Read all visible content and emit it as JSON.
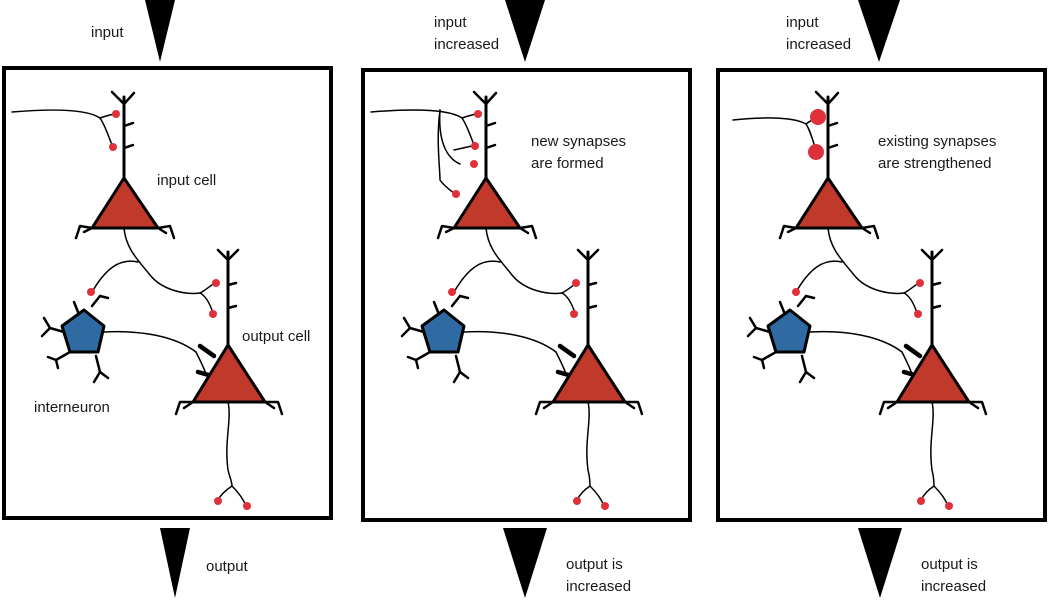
{
  "panels": [
    {
      "input_label": [
        "input"
      ],
      "output_label": [
        "output"
      ],
      "annotation": [],
      "cell_labels": {
        "input_cell": "input cell",
        "output_cell": "output cell",
        "interneuron": "interneuron"
      }
    },
    {
      "input_label": [
        "input",
        "increased"
      ],
      "output_label": [
        "output is",
        "increased"
      ],
      "annotation": [
        "new synapses",
        "are formed"
      ]
    },
    {
      "input_label": [
        "input",
        "increased"
      ],
      "output_label": [
        "output is",
        "increased"
      ],
      "annotation": [
        "existing synapses",
        "are strengthened"
      ]
    }
  ],
  "colors": {
    "pyramidal_cell": "#c0392b",
    "interneuron": "#2f6aa3",
    "synapse": "#e0313b",
    "outline": "#000000"
  }
}
